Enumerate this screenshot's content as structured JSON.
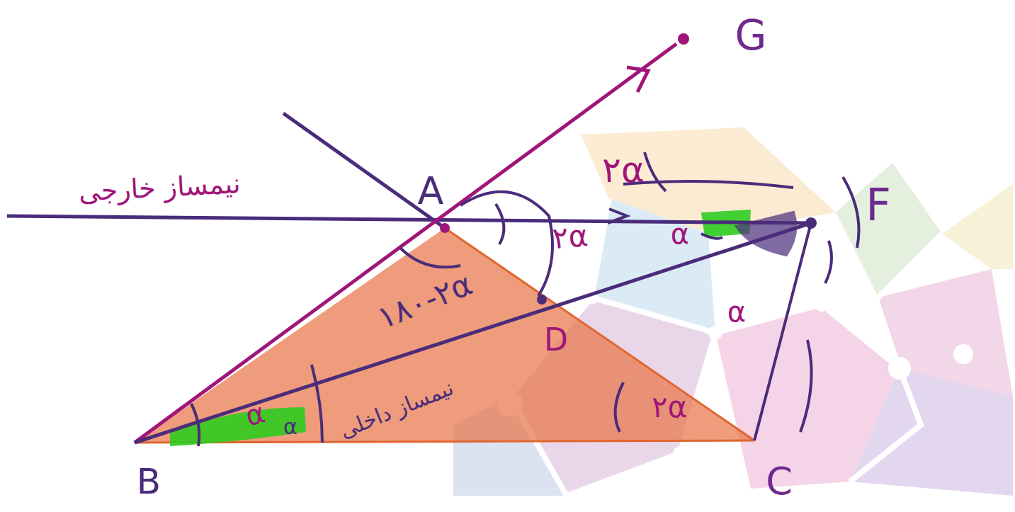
{
  "diagram": {
    "labels": [
      "G",
      "A",
      "F",
      "B",
      "C",
      "D",
      "نیمساز خارجی",
      "نیمساز داخلی",
      "۲α",
      "۲α",
      "α",
      "α",
      "۱۸۰-۲α",
      "α",
      "α",
      "۲α"
    ]
  }
}
